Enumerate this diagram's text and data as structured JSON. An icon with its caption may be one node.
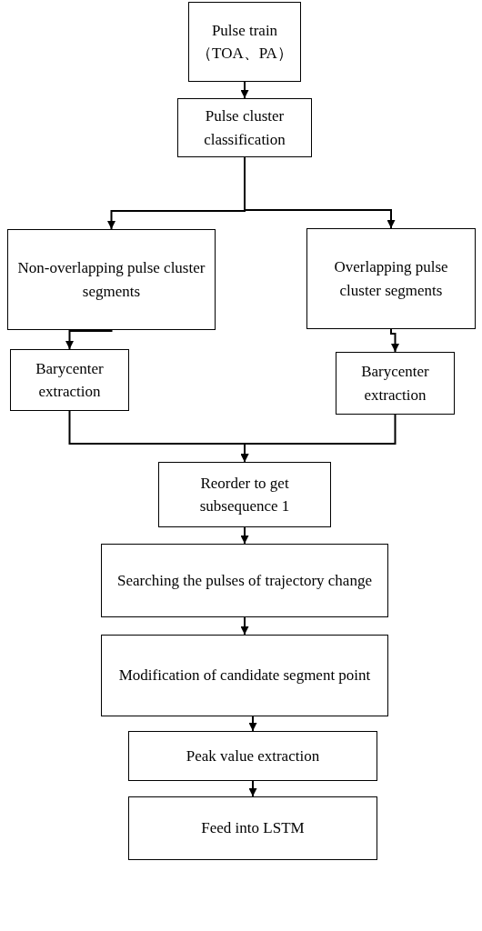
{
  "diagram": {
    "nodes": [
      {
        "text": [
          "Pulse train （TOA、PA）"
        ]
      },
      {
        "text": [
          "Pulse cluster classification"
        ]
      },
      {
        "text": [
          "Non-overlapping pulse cluster segments"
        ]
      },
      {
        "text": [
          "Overlapping pulse cluster segments"
        ]
      },
      {
        "text": [
          "Barycenter extraction"
        ]
      },
      {
        "text": [
          "Barycenter extraction"
        ]
      },
      {
        "text": [
          "Reorder to get subsequence 1"
        ]
      },
      {
        "text": [
          "Searching the pulses of trajectory change"
        ]
      },
      {
        "text": [
          "Modification of candidate segment point"
        ]
      },
      {
        "text": [
          "Peak value extraction"
        ]
      },
      {
        "text": [
          "Feed into LSTM"
        ]
      }
    ],
    "edges": [
      {
        "from": 0,
        "to": 1,
        "arrow": "to"
      },
      {
        "from": 1,
        "to": 2,
        "arrow": "to"
      },
      {
        "from": 1,
        "to": 3,
        "arrow": "to"
      },
      {
        "from": 2,
        "to": 4,
        "arrow": "to"
      },
      {
        "from": 3,
        "to": 5,
        "arrow": "to"
      },
      {
        "from": 4,
        "to": 6,
        "arrow": "to"
      },
      {
        "from": 5,
        "to": 6,
        "arrow": "to"
      },
      {
        "from": 6,
        "to": 7,
        "arrow": "to"
      },
      {
        "from": 7,
        "to": 8,
        "arrow": "to"
      },
      {
        "from": 8,
        "to": 9,
        "arrow": "to"
      },
      {
        "from": 9,
        "to": 10,
        "arrow": "to"
      }
    ]
  }
}
